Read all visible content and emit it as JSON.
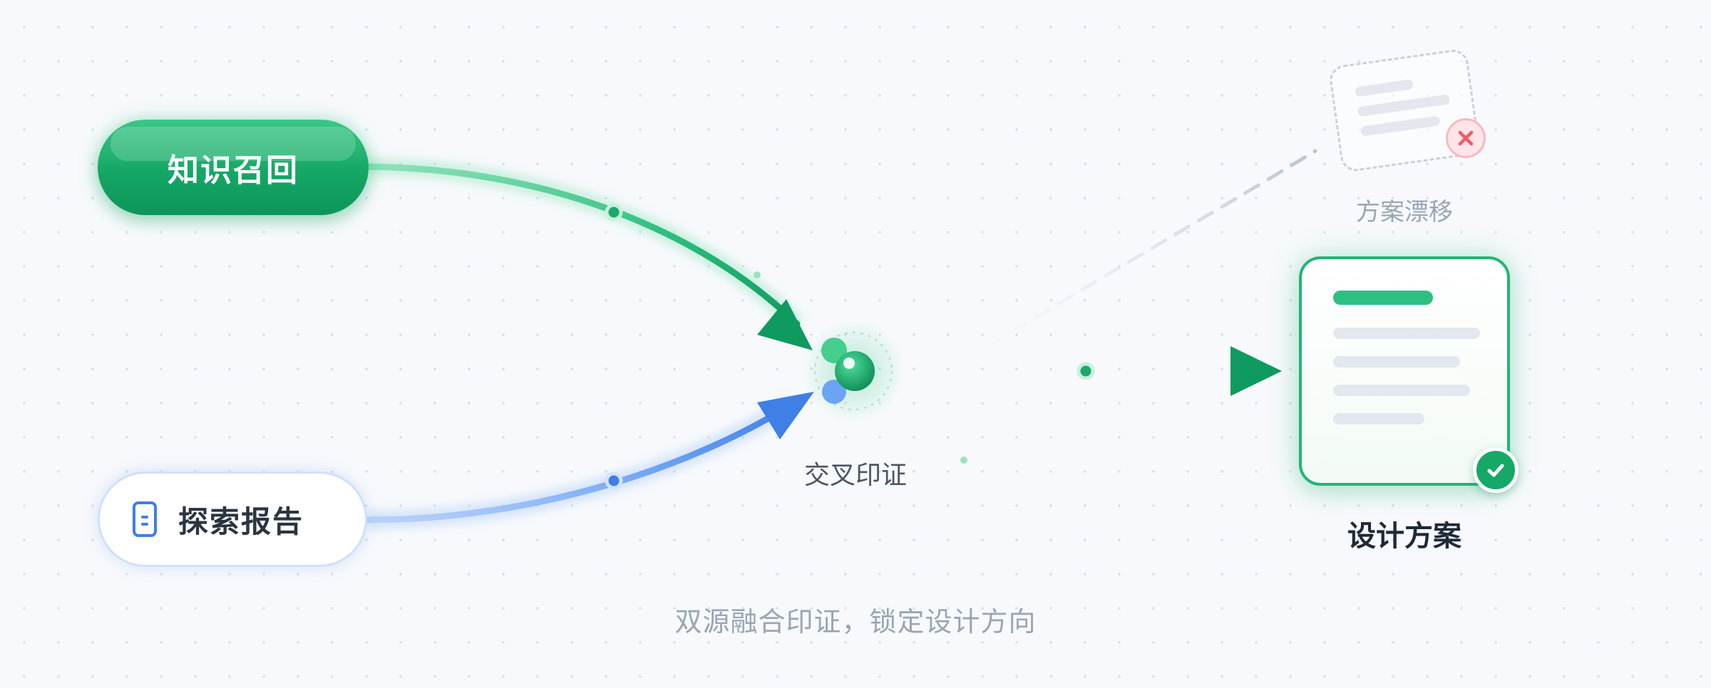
{
  "nodes": {
    "knowledge_recall": "知识召回",
    "exploration_report": "探索报告",
    "cross_validation": "交叉印证",
    "design_plan": "设计方案",
    "plan_drift": "方案漂移"
  },
  "caption": "双源融合印证，锁定设计方向",
  "colors": {
    "green": "#15a766",
    "blue": "#3f7fe6",
    "drift_gray": "#c3cbd7",
    "error_red": "#f05a66"
  },
  "icons": {
    "report": "document-icon",
    "design": "check-circle-icon",
    "drift": "x-circle-icon"
  }
}
